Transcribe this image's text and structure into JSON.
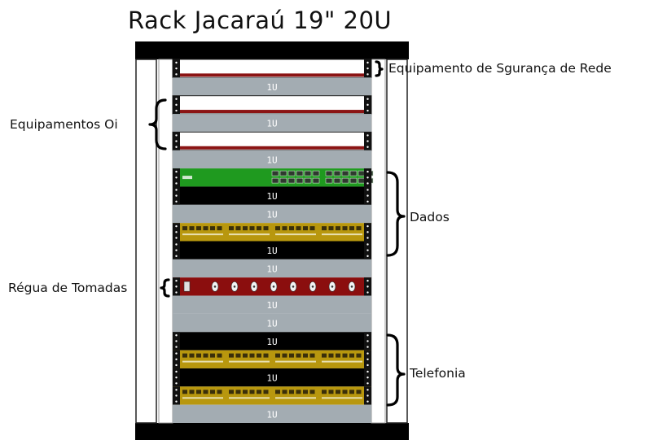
{
  "title": "Rack Jacaraú 19\" 20U",
  "unit_label": "1U",
  "labels": {
    "security": "Equipamento de Sgurança de Rede",
    "oi": "Equipamentos Oi",
    "dados": "Dados",
    "regua": "Régua de Tomadas",
    "telefonia": "Telefonia"
  },
  "rack_units": [
    "security-device",
    "blank-gray",
    "oi-device",
    "blank-gray",
    "oi-device",
    "blank-gray",
    "green-switch",
    "blank-black",
    "blank-gray",
    "patch-panel",
    "blank-black",
    "blank-gray",
    "power-strip",
    "blank-gray",
    "blank-gray",
    "blank-black",
    "patch-panel",
    "blank-black",
    "patch-panel",
    "blank-gray"
  ],
  "colors": {
    "frame": "#000000",
    "blank_gray": "#a3acb2",
    "blank_black": "#000000",
    "device_red_stripe": "#8b1414",
    "switch_green": "#1f9a1f",
    "patch_gold": "#b8970e",
    "power_red": "#8b0e0e"
  }
}
